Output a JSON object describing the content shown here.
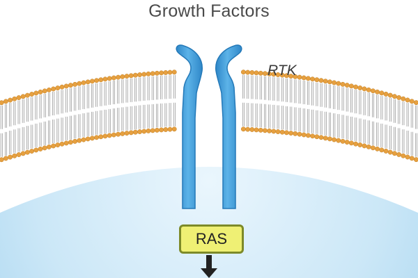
{
  "diagram": {
    "title": "Growth Factors",
    "receptor_label": "RTK",
    "ras_label": "RAS"
  },
  "colors": {
    "cytoplasm": "#cfe9f7",
    "lipid_head": "#e6a040",
    "lipid_tail": "#9a9a9a",
    "receptor": "#4aa1dc",
    "receptor_edge": "#2479b8",
    "ras_fill": "#eff074",
    "ras_border": "#7d8a28",
    "arrow": "#222222"
  },
  "icons": {
    "arrow": "down-arrow-icon"
  }
}
